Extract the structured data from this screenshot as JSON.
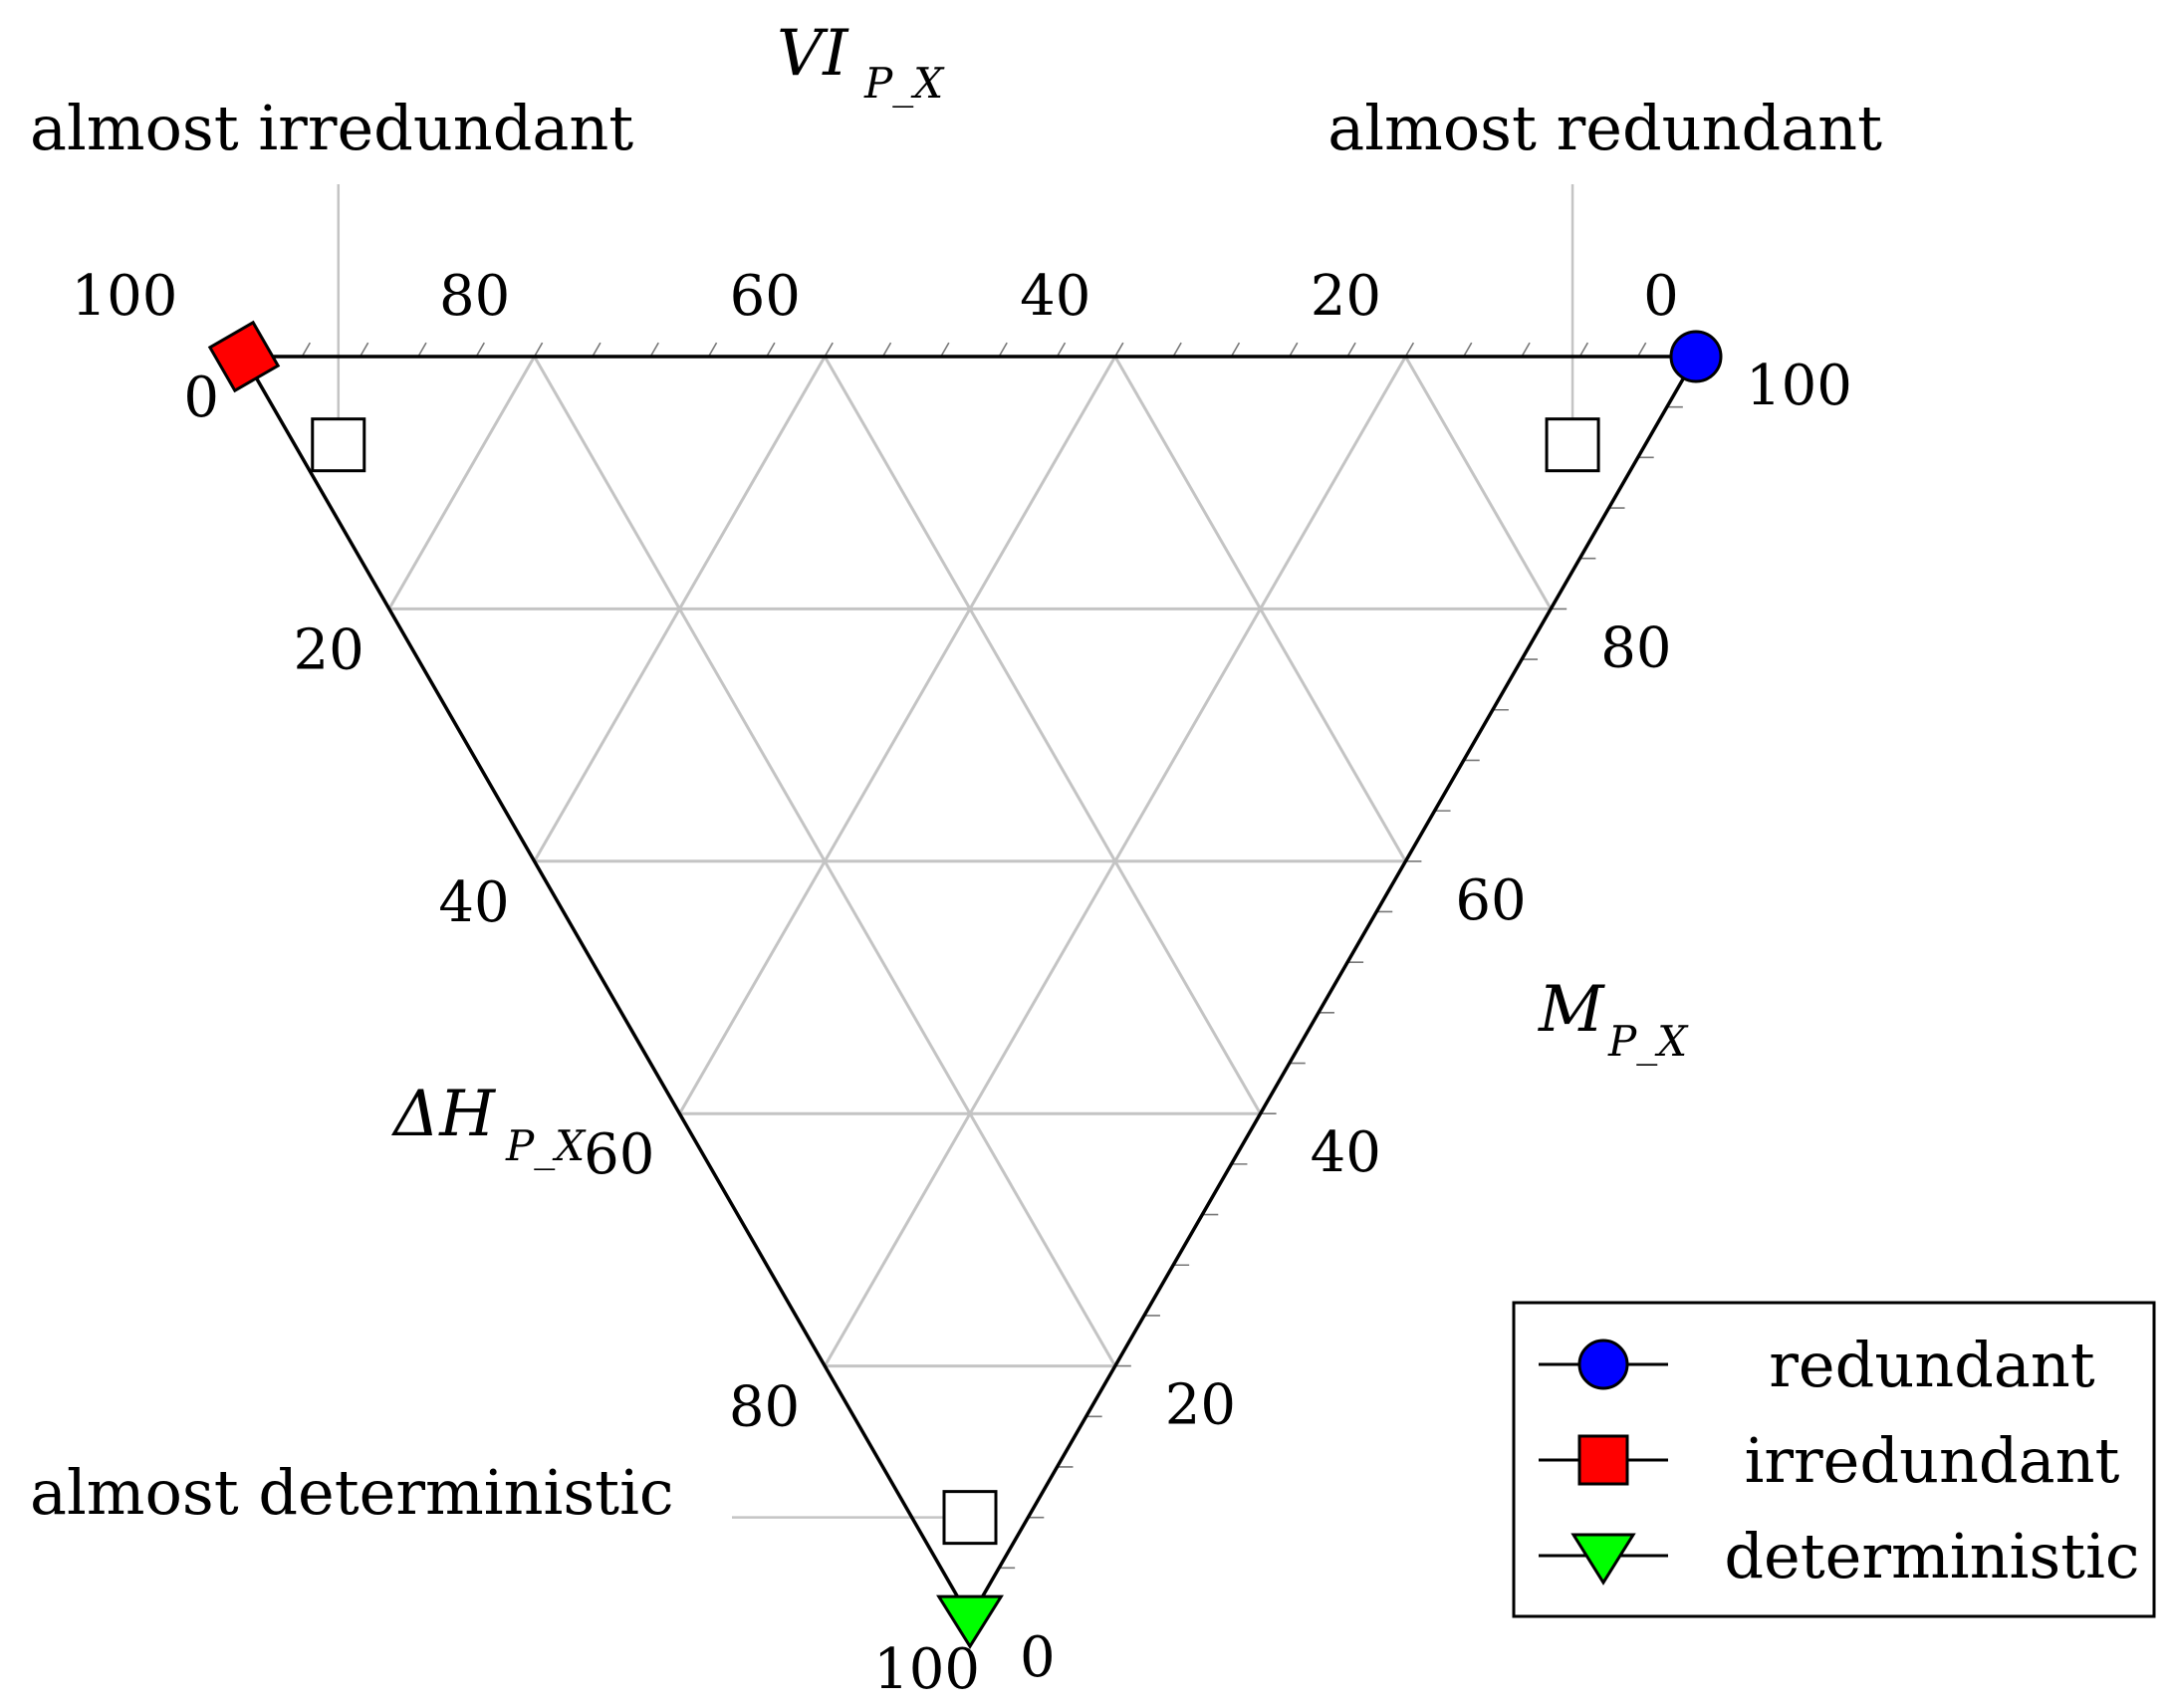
{
  "chart_data": {
    "type": "ternary",
    "axes": {
      "top": {
        "name": "VI",
        "subscript": "P_X",
        "direction": "100 at left, 0 at right"
      },
      "right": {
        "name": "M",
        "subscript": "P_X",
        "direction": "100 at top, 0 at bottom"
      },
      "left": {
        "name": "ΔH",
        "subscript": "P_X",
        "direction": "0 at top, 100 at bottom"
      }
    },
    "ticks": {
      "top": [
        "100",
        "80",
        "60",
        "40",
        "20",
        "0"
      ],
      "right": [
        "100",
        "80",
        "60",
        "40",
        "20",
        "0"
      ],
      "left": [
        "0",
        "20",
        "40",
        "60",
        "80",
        "100"
      ]
    },
    "grid": true,
    "grid_step": 20,
    "minor_tick_step": 4,
    "series": [
      {
        "name": "redundant",
        "marker": "circle",
        "color": "#0000ff",
        "VI": 0,
        "M": 100,
        "dH": 0
      },
      {
        "name": "irredundant",
        "marker": "square",
        "color": "#ff0000",
        "VI": 100,
        "M": 0,
        "dH": 0
      },
      {
        "name": "deterministic",
        "marker": "triangle-down",
        "color": "#00ff00",
        "VI": 0,
        "M": 0,
        "dH": 100
      }
    ],
    "annotations": [
      {
        "text": "almost irredundant",
        "VI": 90,
        "M": 3,
        "dH": 7
      },
      {
        "text": "almost redundant",
        "VI": 5,
        "M": 88,
        "dH": 7
      },
      {
        "text": "almost deterministic",
        "VI": 4,
        "M": 4,
        "dH": 92
      }
    ],
    "legend": {
      "position": "bottom-right",
      "entries": [
        "redundant",
        "irredundant",
        "deterministic"
      ]
    }
  }
}
